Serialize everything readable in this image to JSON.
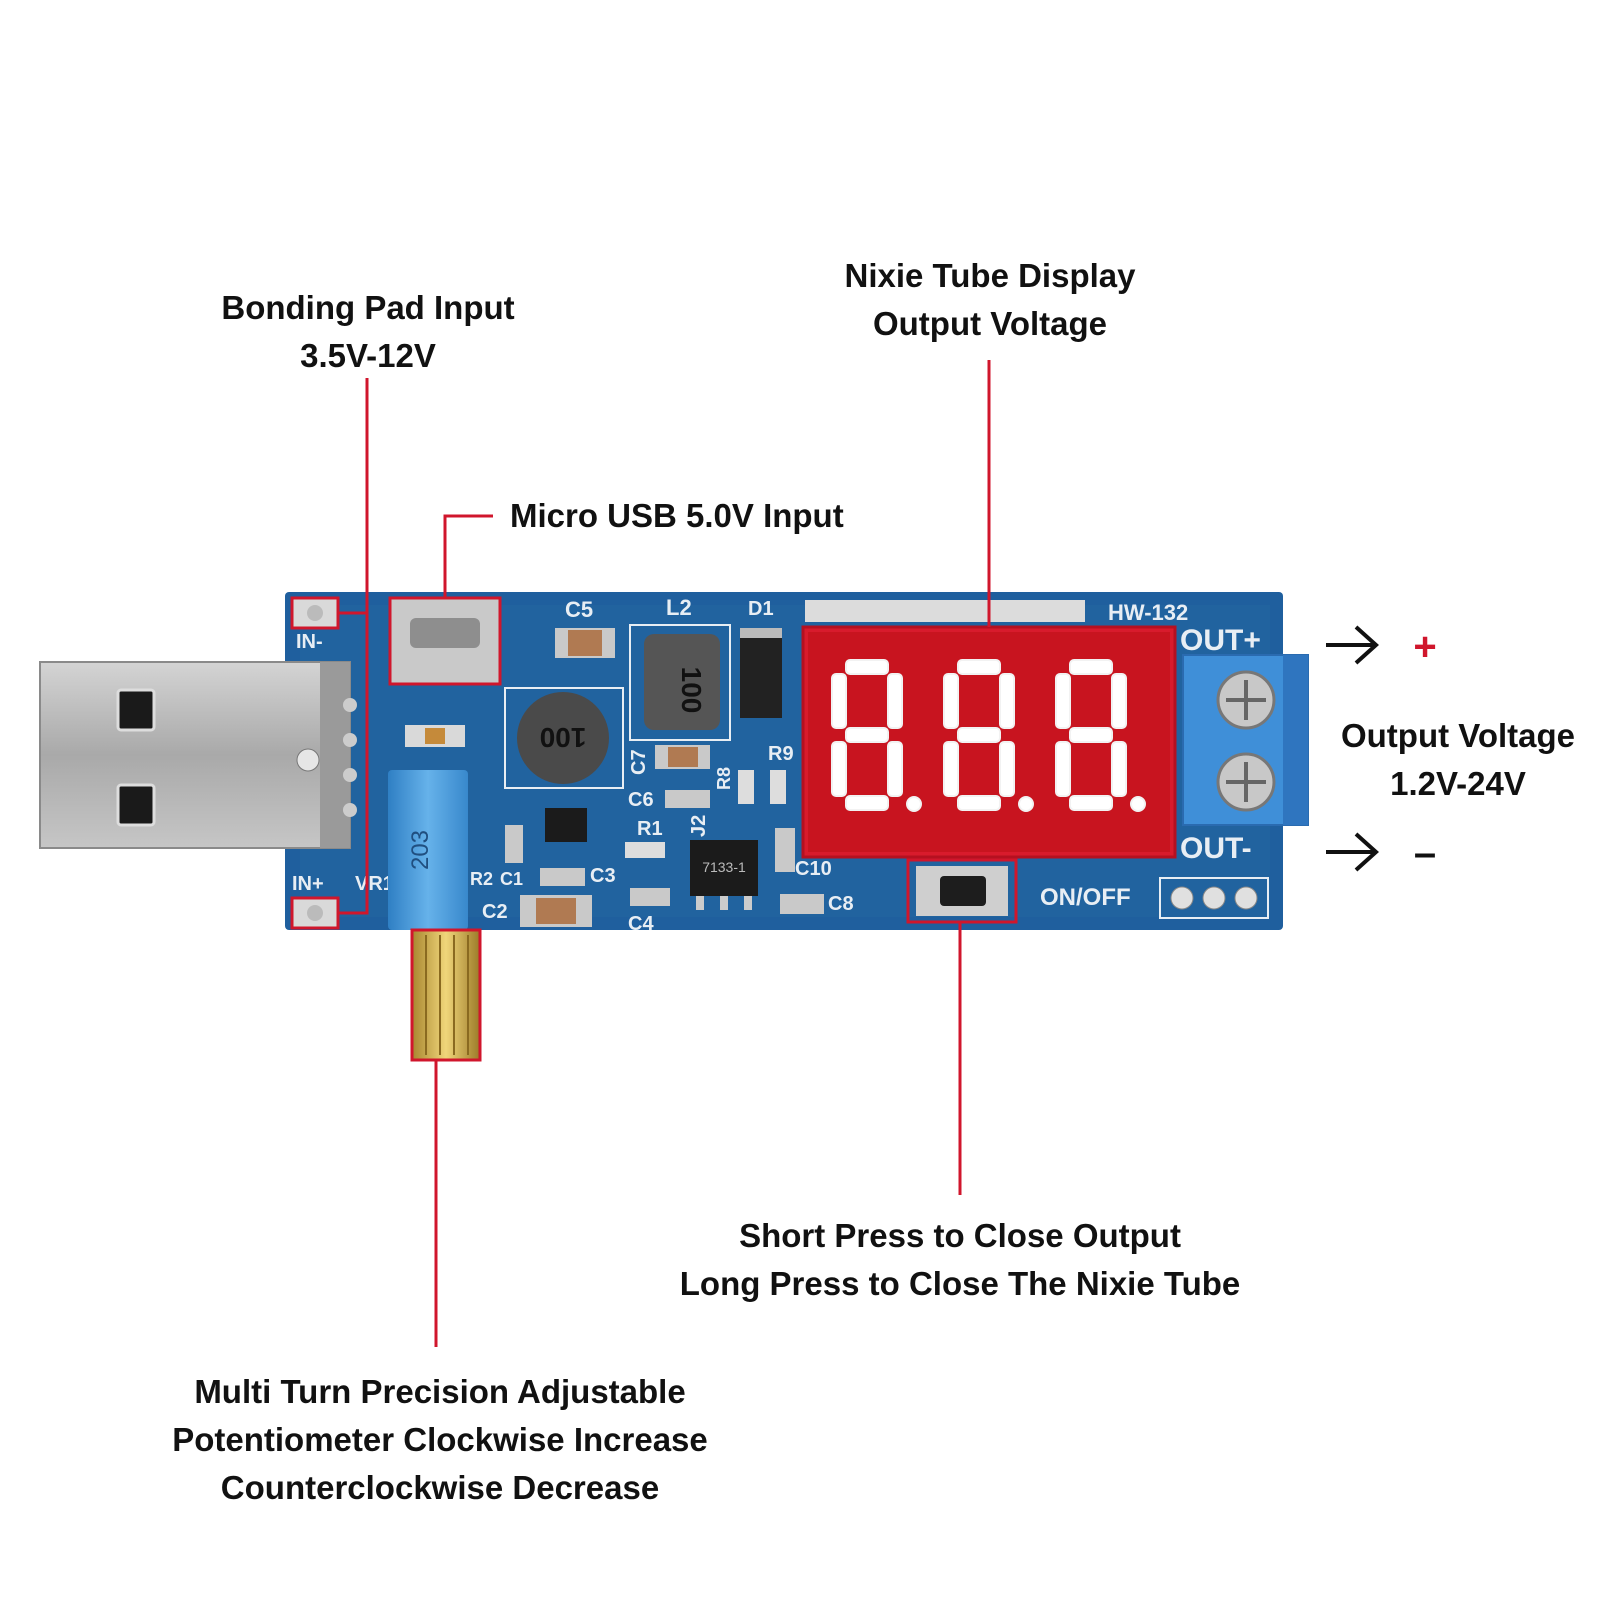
{
  "labels": {
    "bonding_pad": {
      "line1": "Bonding Pad Input",
      "line2": "3.5V-12V"
    },
    "micro_usb": "Micro USB 5.0V Input",
    "nixie": {
      "line1": "Nixie Tube Display",
      "line2": "Output Voltage"
    },
    "output_voltage": {
      "line1": "Output Voltage",
      "line2": "1.2V-24V"
    },
    "output_plus": "+",
    "output_minus": "–",
    "button": {
      "line1": "Short Press to Close Output",
      "line2": "Long Press to Close The Nixie Tube"
    },
    "potentiometer": {
      "line1": "Multi Turn Precision Adjustable",
      "line2": "Potentiometer Clockwise Increase",
      "line3": "Counterclockwise Decrease"
    }
  },
  "board": {
    "silkscreen": {
      "c5": "C5",
      "l2": "L2",
      "d1": "D1",
      "model": "HW-132",
      "out_plus": "OUT+",
      "out_minus": "OUT-",
      "in_plus": "IN+",
      "in_minus": "IN-",
      "vr1": "VR1",
      "r2": "R2",
      "c1": "C1",
      "c3": "C3",
      "c2": "C2",
      "c4": "C4",
      "c6": "C6",
      "c7": "C7",
      "r8": "R8",
      "r9": "R9",
      "r1": "R1",
      "j2": "J2",
      "c10": "C10",
      "c8": "C8",
      "on_off": "ON/OFF",
      "ic": "7133-1",
      "inductor_a": "100",
      "inductor_b": "100",
      "pot_code": "203"
    },
    "display_digits": [
      "8.",
      "8.",
      "8."
    ]
  },
  "colors": {
    "pcb": "#1f5f9e",
    "callout": "#d0162c",
    "display": "#d81b2c",
    "terminal": "#3f8fd8",
    "usb_metal": "#b8b8b8",
    "pot_body": "#4a9ed8",
    "brass": "#c8a648"
  }
}
